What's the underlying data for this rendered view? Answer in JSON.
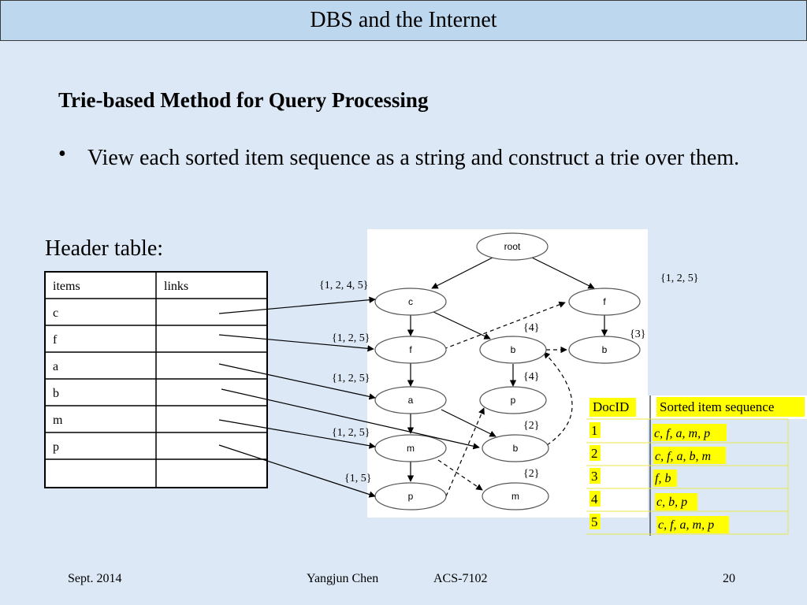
{
  "slide": {
    "title": "DBS and the Internet",
    "heading": "Trie-based Method for Query Processing",
    "bullet_marker": "•",
    "bullet_text": "View each sorted item sequence as a string and construct a trie over them.",
    "header_table_label": "Header table:"
  },
  "header_table": {
    "columns": [
      "items",
      "links"
    ],
    "items": [
      "c",
      "f",
      "a",
      "b",
      "m",
      "p",
      ""
    ]
  },
  "trie": {
    "nodes": [
      "root",
      "c",
      "f",
      "f",
      "b",
      "b",
      "a",
      "p",
      "m",
      "b",
      "p",
      "m"
    ],
    "set_labels": [
      "{1, 2, 4, 5}",
      "{1, 2, 5}",
      "{4}",
      "{3}",
      "{1, 2, 5}",
      "{4}",
      "{1, 2, 5}",
      "{2}",
      "{1, 5}",
      "{2}",
      "{1, 2, 5}"
    ]
  },
  "doc_table": {
    "headers": [
      "DocID",
      "Sorted item sequence"
    ],
    "rows": [
      {
        "id": "1",
        "seq": "c, f, a, m, p"
      },
      {
        "id": "2",
        "seq": "c, f, a, b, m"
      },
      {
        "id": "3",
        "seq": "f, b"
      },
      {
        "id": "4",
        "seq": "c, b, p"
      },
      {
        "id": "5",
        "seq": "c, f, a, m, p"
      }
    ],
    "highlight_color": "#ffff00"
  },
  "footer": {
    "date": "Sept. 2014",
    "author": "Yangjun Chen",
    "course": "ACS-7102",
    "page": "20"
  }
}
